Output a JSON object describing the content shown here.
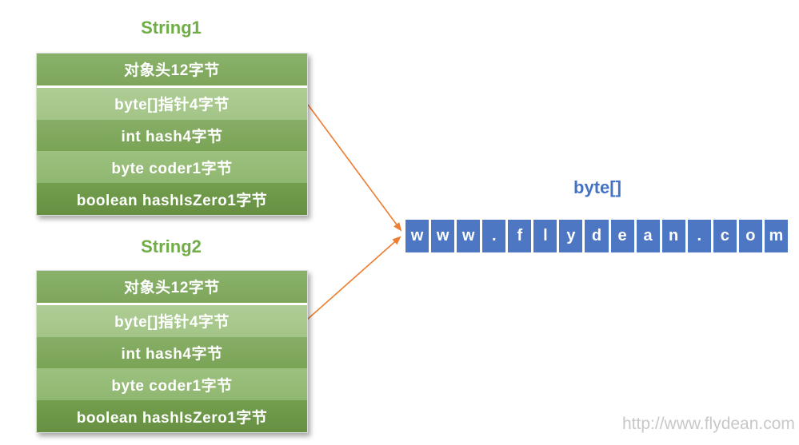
{
  "string1": {
    "title": "String1",
    "rows": [
      "对象头12字节",
      "byte[]指针4字节",
      "int hash4字节",
      "byte coder1字节",
      "boolean hashIsZero1字节"
    ]
  },
  "string2": {
    "title": "String2",
    "rows": [
      "对象头12字节",
      "byte[]指针4字节",
      "int hash4字节",
      "byte coder1字节",
      "boolean hashIsZero1字节"
    ]
  },
  "byte_array": {
    "title": "byte[]",
    "cells": [
      "w",
      "w",
      "w",
      ".",
      "f",
      "l",
      "y",
      "d",
      "e",
      "a",
      "n",
      ".",
      "c",
      "o",
      "m"
    ]
  },
  "watermark": "http://www.flydean.com",
  "colors": {
    "title_green": "#70ad47",
    "row_band_1": "#82ab60",
    "row_band_2": "#a8c88d",
    "row_band_3": "#7ea75a",
    "row_band_4": "#96bc78",
    "row_band_5": "#6d9a48",
    "array_blue": "#4d77c2",
    "arrow_orange": "#ed7d31",
    "watermark_gray": "#c8c8c8"
  }
}
